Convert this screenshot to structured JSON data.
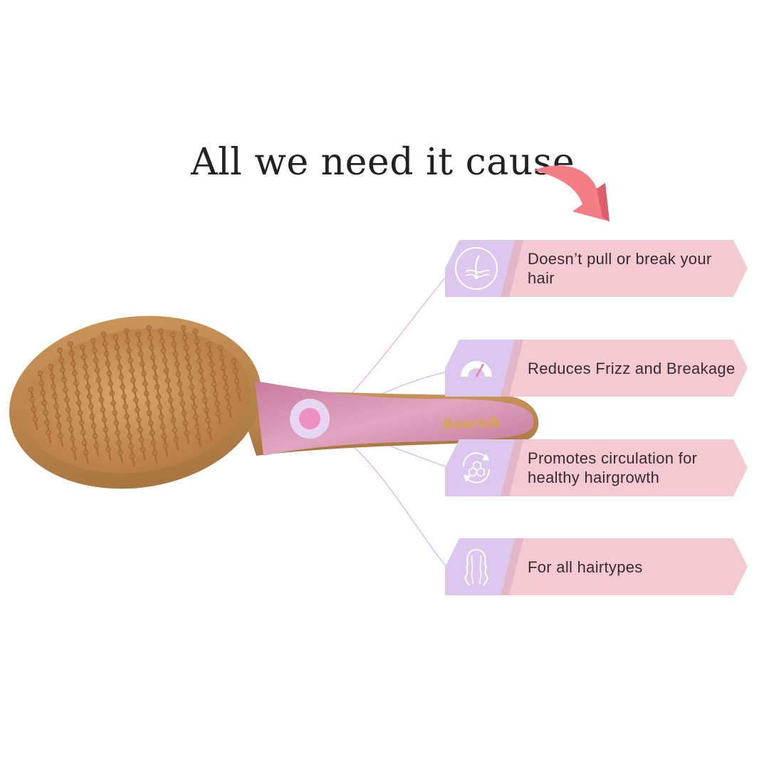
{
  "headline": "All we need it cause",
  "brand_text": "flourish",
  "colors": {
    "banner_pink": "#f3c9d2",
    "icon_lavender": "#dcc7ef",
    "arrow_coral": "#f47c84",
    "handle_pink": "#d28aa9",
    "wood": "#c9935a"
  },
  "features": [
    {
      "icon": "hair-follicle-icon",
      "text": "Doesn’t pull or break your hair"
    },
    {
      "icon": "gauge-icon",
      "text": "Reduces Frizz and Breakage"
    },
    {
      "icon": "circulation-icon",
      "text": "Promotes circulation for healthy hairgrowth"
    },
    {
      "icon": "wavy-hair-icon",
      "text": "For all hairtypes"
    }
  ]
}
